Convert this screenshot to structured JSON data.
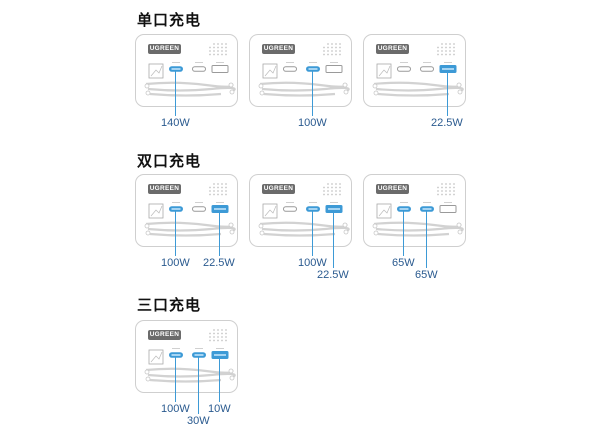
{
  "sections": [
    {
      "title": "单口充电"
    },
    {
      "title": "双口充电"
    },
    {
      "title": "三口充电"
    }
  ],
  "brand": "UGREEN",
  "colors": {
    "active_port": "#3d9ad6",
    "inactive_port": "#9a9a9a",
    "border": "#cfcfcf",
    "label": "#2a5a8f"
  },
  "chargers": [
    {
      "active": [
        true,
        false,
        false
      ],
      "labels": [
        "140W"
      ]
    },
    {
      "active": [
        false,
        true,
        false
      ],
      "labels": [
        "100W"
      ]
    },
    {
      "active": [
        false,
        false,
        true
      ],
      "labels": [
        "22.5W"
      ]
    },
    {
      "active": [
        true,
        false,
        true
      ],
      "labels": [
        "100W",
        "22.5W"
      ]
    },
    {
      "active": [
        false,
        true,
        true
      ],
      "labels": [
        "100W",
        "22.5W"
      ]
    },
    {
      "active": [
        true,
        true,
        false
      ],
      "labels": [
        "65W",
        "65W"
      ]
    },
    {
      "active": [
        true,
        true,
        true
      ],
      "labels": [
        "100W",
        "30W",
        "10W"
      ]
    }
  ]
}
